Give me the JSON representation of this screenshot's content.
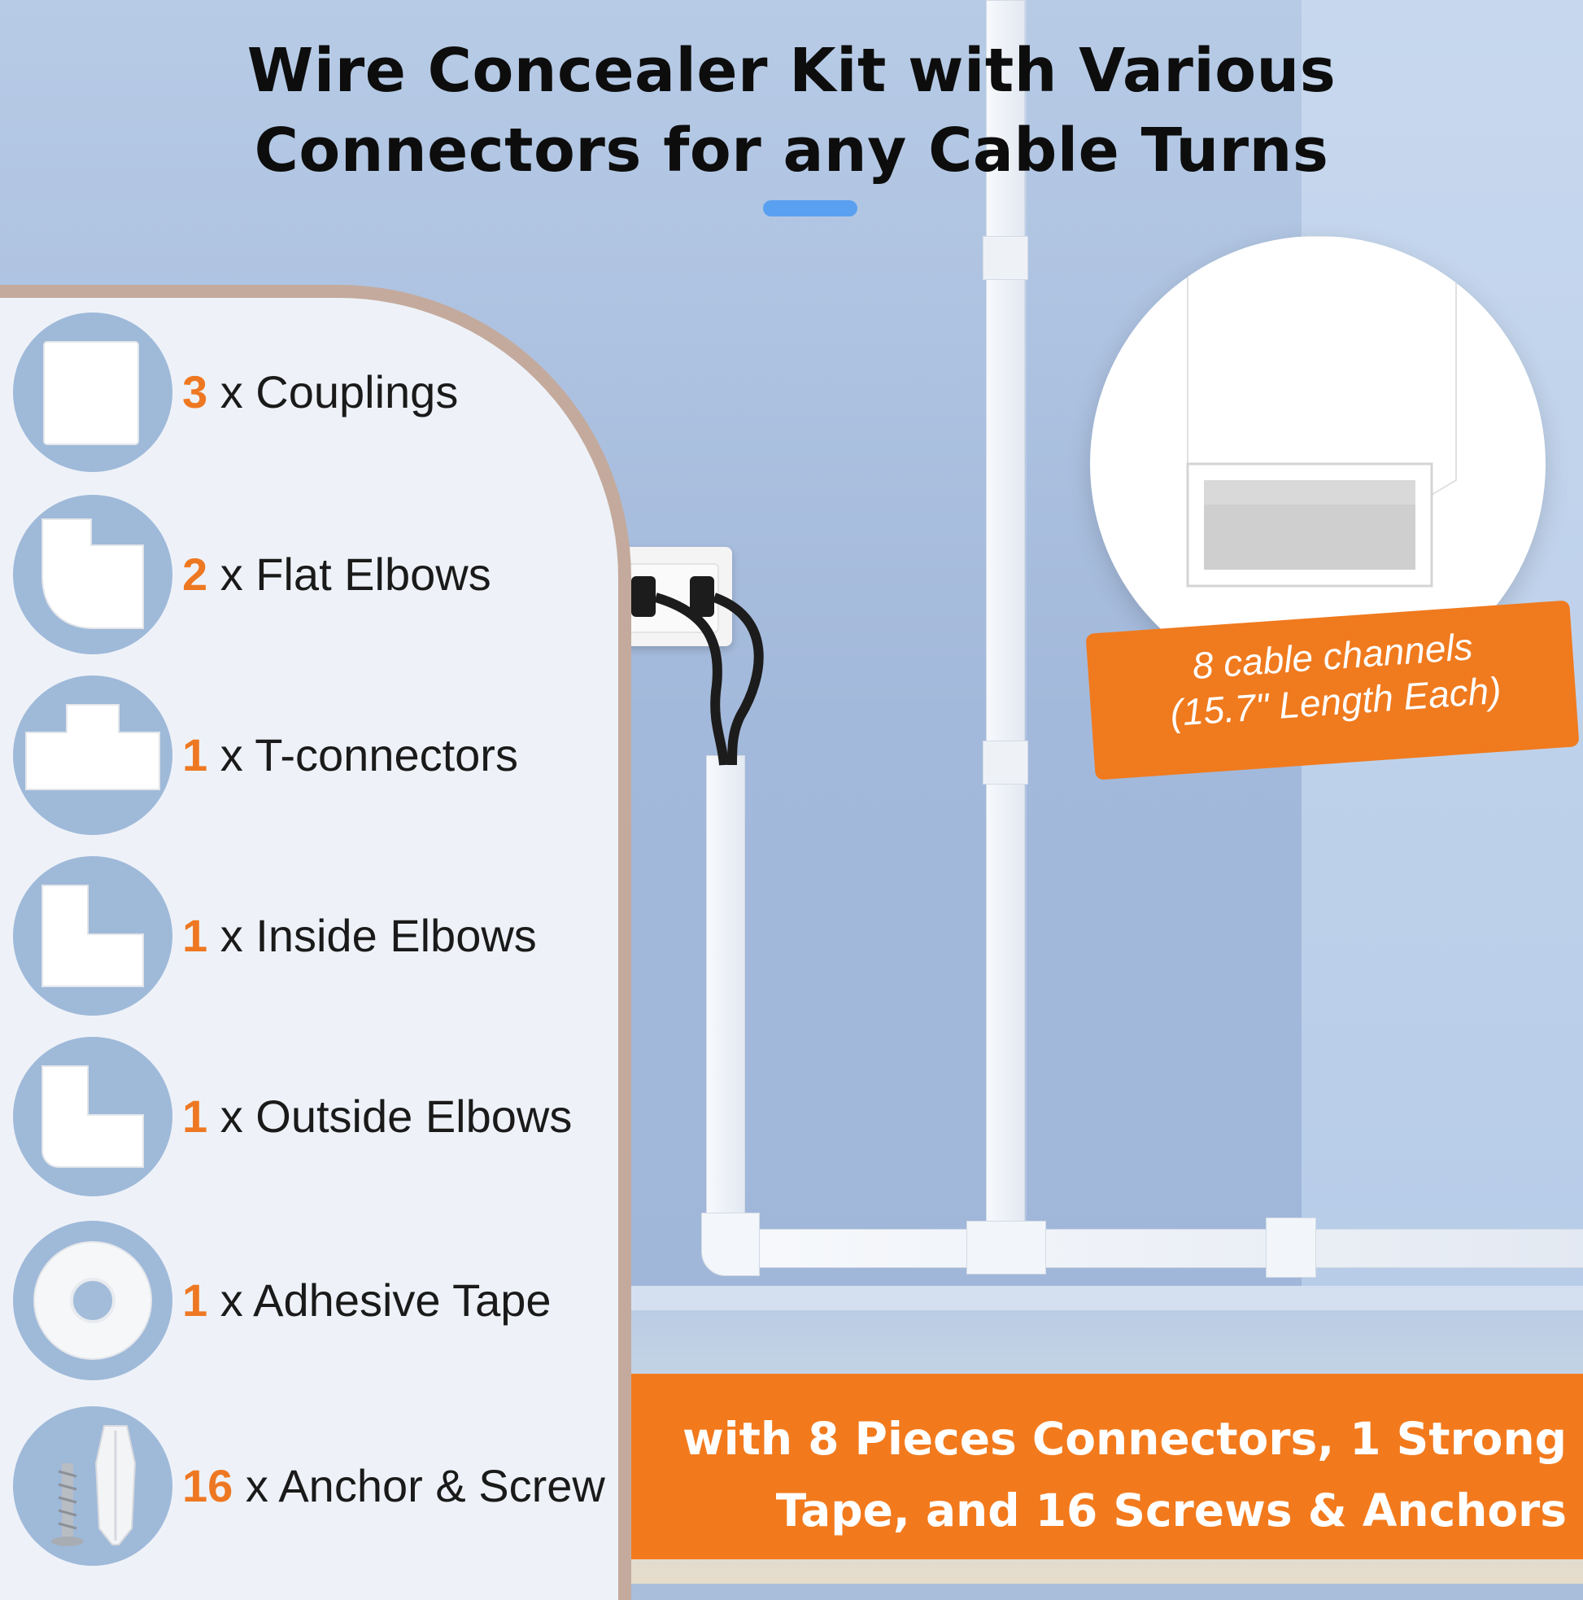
{
  "title": {
    "line1": "Wire Concealer Kit with Various",
    "line2": "Connectors for any Cable Turns"
  },
  "accessories": [
    {
      "qty": "3",
      "label": " x Couplings",
      "icon": "coupling-icon"
    },
    {
      "qty": "2",
      "label": " x Flat Elbows",
      "icon": "flat-elbow-icon"
    },
    {
      "qty": "1",
      "label": " x T-connectors",
      "icon": "t-connector-icon"
    },
    {
      "qty": "1",
      "label": " x Inside Elbows",
      "icon": "inside-elbow-icon"
    },
    {
      "qty": "1",
      "label": " x Outside Elbows",
      "icon": "outside-elbow-icon"
    },
    {
      "qty": "1",
      "label": " x Adhesive Tape",
      "icon": "adhesive-tape-icon"
    },
    {
      "qty": "16",
      "label": " x Anchor & Screw",
      "icon": "anchor-screw-icon"
    }
  ],
  "channel_callout": {
    "line1": "8 cable channels",
    "line2": "(15.7\" Length Each)"
  },
  "banner": {
    "line1": "with 8 Pieces Connectors, 1 Strong",
    "line2": "Tape, and 16 Screws & Anchors"
  },
  "colors": {
    "accent_orange": "#f27a1d",
    "quantity_orange": "#ee7822",
    "title_accent_blue": "#5aa0f0"
  }
}
